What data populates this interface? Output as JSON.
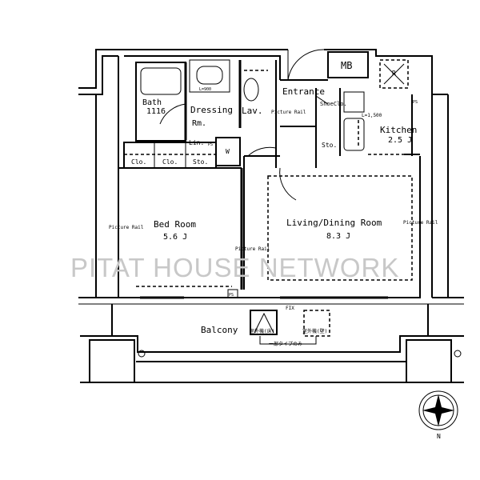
{
  "rooms": {
    "bath": {
      "name": "Bath",
      "size": "1116"
    },
    "dressing": {
      "name": "Dressing",
      "name2": "Rm.",
      "counter": "L=900"
    },
    "lav": {
      "name": "Lav."
    },
    "entrance": {
      "name": "Entrance",
      "shoe": "ShoeClo."
    },
    "mb": {
      "name": "MB"
    },
    "refrigerator": {
      "name": "R"
    },
    "kitchen": {
      "name": "Kitchen",
      "size": "2.5 J",
      "counter": "L=1,500"
    },
    "linen": {
      "name": "Lin."
    },
    "washer": {
      "name": "W"
    },
    "closets": [
      "Clo.",
      "Clo.",
      "Sto."
    ],
    "storage": {
      "name": "Sto."
    },
    "bedroom": {
      "name": "Bed Room",
      "size": "5.6 J"
    },
    "living": {
      "name": "Living/Dining Room",
      "size": "8.3 J"
    },
    "balcony": {
      "name": "Balcony",
      "fix": "FIX",
      "ac_floor": "室外機(床)",
      "ac_wall": "室外機(壁)",
      "note": "一部タイプのみ"
    }
  },
  "labels": {
    "picture_rail": "Picture Rail",
    "ps": "PS"
  },
  "compass": {
    "north": "N"
  },
  "watermark": "PITAT HOUSE NETWORK"
}
